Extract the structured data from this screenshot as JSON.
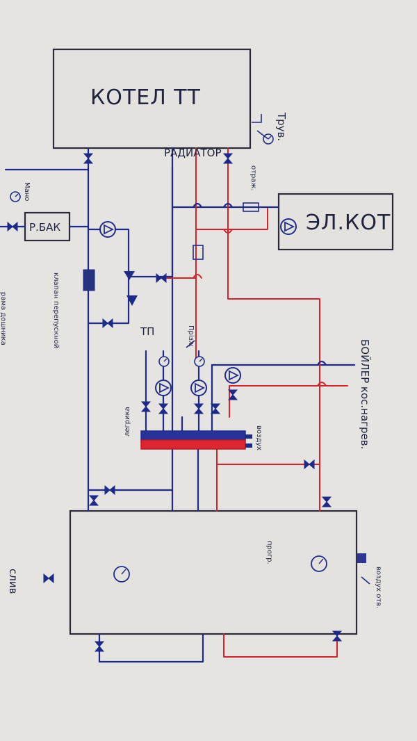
{
  "labels": {
    "boiler_tt": "КОТЕЛ ТТ",
    "el_kot": "ЭЛ.КОТ",
    "r_bak": "Р.БАК",
    "radiator": "РАДИАТОР",
    "truba": "Трув.",
    "mano": "Мано",
    "otrazh": "отраж.",
    "klapan": "клапан перепускной",
    "tp": "ТП",
    "prizh": "Прізж",
    "boiler_kos": "БОЙЛЕР кос.нагрев.",
    "vozdukh_top": "воздух",
    "poritka": "легрика",
    "tank_vent": "воздух отв.",
    "prog": "прогр.",
    "sliv": "слив",
    "edge_text": "рама дошника"
  },
  "colors": {
    "supply": "#d8212a",
    "return": "#1d2a8a",
    "ink": "#1f2340",
    "paper": "#e6e4e1"
  },
  "icons": [
    "pump-icon",
    "valve-icon",
    "gauge-icon",
    "three-way-valve-icon",
    "filter-icon",
    "check-valve-icon"
  ]
}
